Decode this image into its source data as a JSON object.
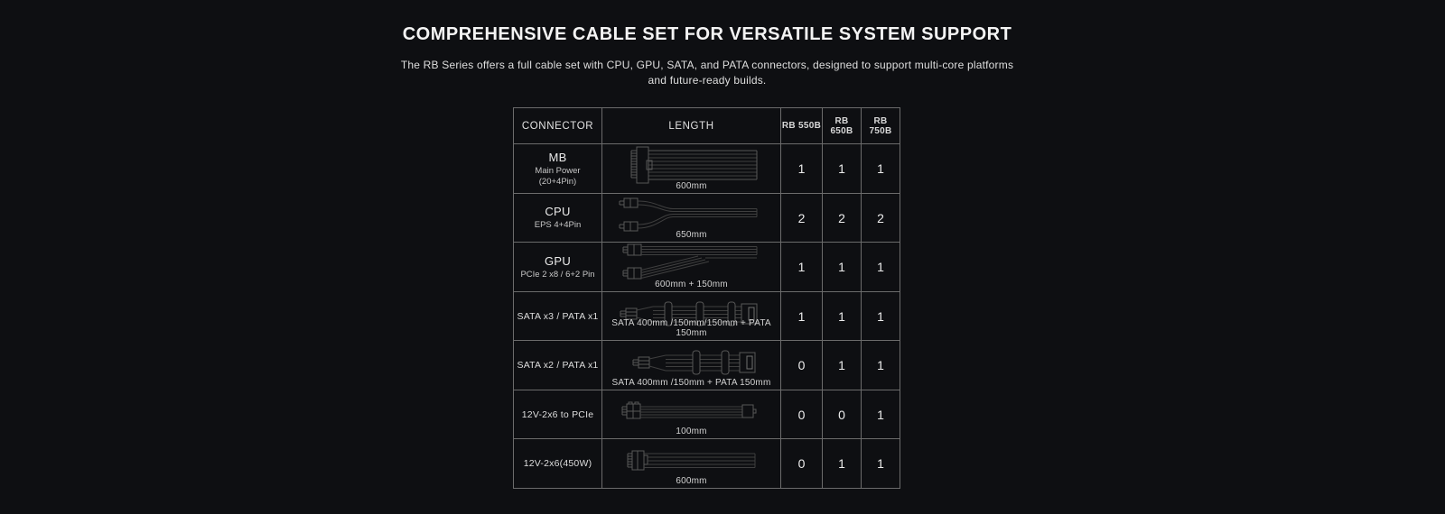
{
  "page": {
    "title": "COMPREHENSIVE CABLE SET FOR VERSATILE SYSTEM SUPPORT",
    "subtitle_line1": "The RB Series offers a full cable set with CPU, GPU, SATA, and PATA connectors, designed to support multi-core platforms",
    "subtitle_line2": "and future-ready builds."
  },
  "colors": {
    "background": "#0e0f12",
    "table_border": "#6b6b6b",
    "title_text": "#f4f4f4",
    "body_text": "#dfdfdf",
    "illustration_line": "#3f3f3f",
    "illustration_highlight": "#575757"
  },
  "table": {
    "headers": [
      "CONNECTOR",
      "LENGTH",
      "RB 550B",
      "RB 650B",
      "RB 750B"
    ],
    "rows": [
      {
        "name": "MB",
        "sub1": "Main Power",
        "sub2": "(20+4Pin)",
        "length": "600mm",
        "icon": "mb-24pin-cable-icon",
        "rb550b": 1,
        "rb650b": 1,
        "rb750b": 1
      },
      {
        "name": "CPU",
        "sub1": "EPS 4+4Pin",
        "length": "650mm",
        "icon": "cpu-eps-cable-icon",
        "rb550b": 2,
        "rb650b": 2,
        "rb750b": 2
      },
      {
        "name": "GPU",
        "sub1": "PCIe 2 x8 / 6+2 Pin",
        "length": "600mm + 150mm",
        "icon": "gpu-pcie-cable-icon",
        "rb550b": 1,
        "rb650b": 1,
        "rb750b": 1
      },
      {
        "name": "SATA x3 / PATA x1",
        "length": "SATA 400mm /150mm/150mm + PATA 150mm",
        "icon": "sata-x3-pata-cable-icon",
        "rb550b": 1,
        "rb650b": 1,
        "rb750b": 1
      },
      {
        "name": "SATA x2 / PATA x1",
        "length": "SATA 400mm /150mm + PATA 150mm",
        "icon": "sata-x2-pata-cable-icon",
        "rb550b": 0,
        "rb650b": 1,
        "rb750b": 1
      },
      {
        "name": "12V-2x6 to PCIe",
        "length": "100mm",
        "icon": "12v-2x6-to-pcie-cable-icon",
        "rb550b": 0,
        "rb650b": 0,
        "rb750b": 1
      },
      {
        "name": "12V-2x6(450W)",
        "length": "600mm",
        "icon": "12v-2x6-450w-cable-icon",
        "rb550b": 0,
        "rb650b": 1,
        "rb750b": 1
      }
    ]
  }
}
